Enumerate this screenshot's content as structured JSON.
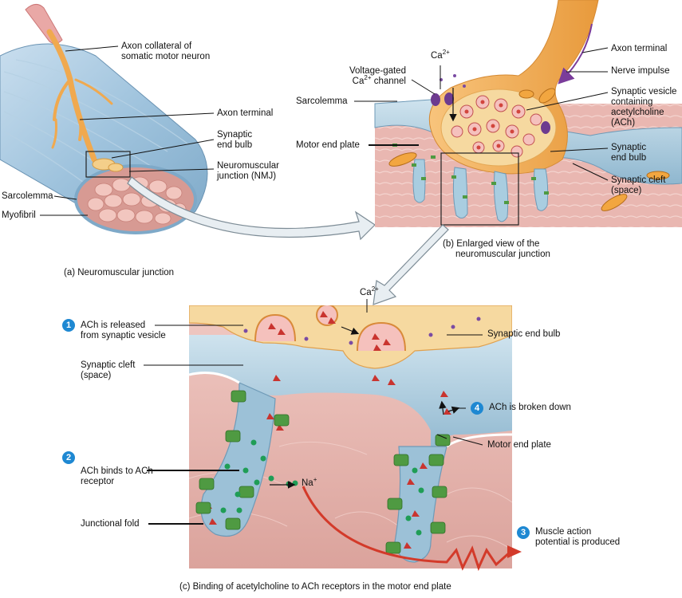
{
  "panel_a": {
    "labels": {
      "axon_collateral": "Axon collateral of\nsomatic motor neuron",
      "axon_terminal": "Axon terminal",
      "synaptic_end_bulb": "Synaptic\nend bulb",
      "nmj": "Neuromuscular\njunction (NMJ)",
      "sarcolemma": "Sarcolemma",
      "myofibril": "Myofibril"
    },
    "caption": "(a) Neuromuscular junction"
  },
  "panel_b": {
    "labels": {
      "ca": "Ca",
      "ca_sup": "2+",
      "vg_line1": "Voltage-gated",
      "vg_ca": "Ca",
      "vg_sup": "2+",
      "vg_rest": " channel",
      "sarcolemma": "Sarcolemma",
      "motor_end_plate": "Motor end plate",
      "axon_terminal": "Axon terminal",
      "nerve_impulse": "Nerve impulse",
      "synaptic_vesicle": "Synaptic vesicle\ncontaining\nacetylcholine\n(ACh)",
      "synaptic_end_bulb": "Synaptic\nend bulb",
      "synaptic_cleft": "Synaptic cleft\n(space)"
    },
    "caption": "(b) Enlarged view of the\n     neuromuscular junction"
  },
  "panel_c": {
    "labels": {
      "ca": "Ca",
      "ca_sup": "2+",
      "ach_released": "ACh is released\nfrom synaptic vesicle",
      "synaptic_cleft": "Synaptic cleft\n(space)",
      "synaptic_end_bulb": "Synaptic end bulb",
      "ach_broken": "ACh is broken down",
      "motor_end_plate": "Motor end plate",
      "ach_binds": "ACh binds to ACh\nreceptor",
      "na": "Na",
      "na_sup": "+",
      "junctional_fold": "Junctional fold",
      "muscle_ap": "Muscle action\npotential is produced"
    },
    "steps": [
      "1",
      "2",
      "3",
      "4"
    ],
    "caption": "(c) Binding of acetylcholine to ACh receptors in the motor end plate"
  },
  "colors": {
    "muscle_blue": "#9fc3dd",
    "muscle_pink": "#e9b7b1",
    "axon_orange": "#f3b460",
    "cytoplasm": "#f6d9a0",
    "cleft": "#b9d6e6",
    "receptor": "#4f9a42",
    "step_blue": "#1e88d2",
    "impulse_red": "#d33a2a"
  }
}
